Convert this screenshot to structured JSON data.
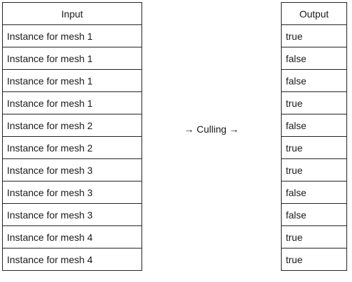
{
  "input_table": {
    "header": "Input",
    "rows": [
      "Instance for mesh 1",
      "Instance for mesh 1",
      "Instance for mesh 1",
      "Instance for mesh 1",
      "Instance for mesh 2",
      "Instance for mesh 2",
      "Instance for mesh 3",
      "Instance for mesh 3",
      "Instance for mesh 3",
      "Instance for mesh 4",
      "Instance for mesh 4"
    ]
  },
  "process_label": "→ Culling →",
  "output_table": {
    "header": "Output",
    "rows": [
      "true",
      "false",
      "false",
      "true",
      "false",
      "true",
      "true",
      "false",
      "false",
      "true",
      "true"
    ]
  }
}
